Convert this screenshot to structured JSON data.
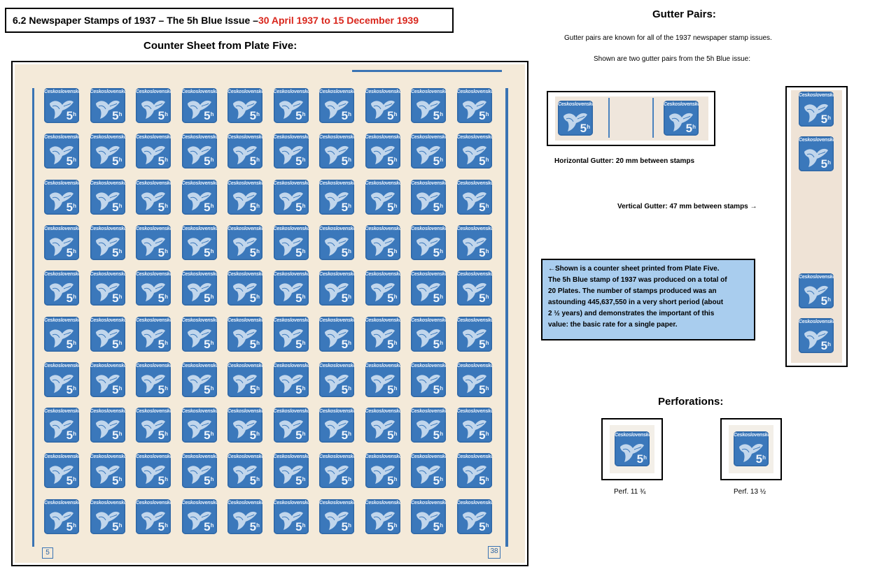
{
  "title": {
    "main": "6.2 Newspaper Stamps of 1937 – The 5h Blue Issue – ",
    "dates": "30 April 1937 to 15 December 1939"
  },
  "sheet": {
    "heading": "Counter Sheet from Plate Five:",
    "rows": 10,
    "cols": 10,
    "plate_number": "5",
    "counter_number": "38"
  },
  "stamp": {
    "country": "Ceskoslovensko",
    "value": "5",
    "value_suffix": "h"
  },
  "gutter": {
    "heading": "Gutter Pairs:",
    "intro1": "Gutter pairs are known for all of the 1937 newspaper stamp issues.",
    "intro2": "Shown are two gutter pairs from the 5h Blue issue:",
    "horizontal_caption": "Horizontal Gutter: 20 mm between stamps",
    "vertical_caption": "Vertical Gutter: 47 mm between stamps →"
  },
  "info": {
    "lines": [
      "←Shown is a counter sheet printed from Plate Five.",
      "The 5h Blue stamp of 1937 was produced on a total of",
      "20 Plates. The number of stamps produced was an",
      "astounding 445,637,550 in a very short period (about",
      "2 ½  years) and demonstrates the important of this",
      "value: the basic rate for a single paper."
    ]
  },
  "perforations": {
    "heading": "Perforations:",
    "items": [
      {
        "label": "Perf. 11 ¾"
      },
      {
        "label": "Perf. 13 ½"
      }
    ]
  },
  "colors": {
    "stamp_blue": "#3b78bb",
    "title_date_red": "#d9261c",
    "info_box_blue": "#a9cdee"
  }
}
